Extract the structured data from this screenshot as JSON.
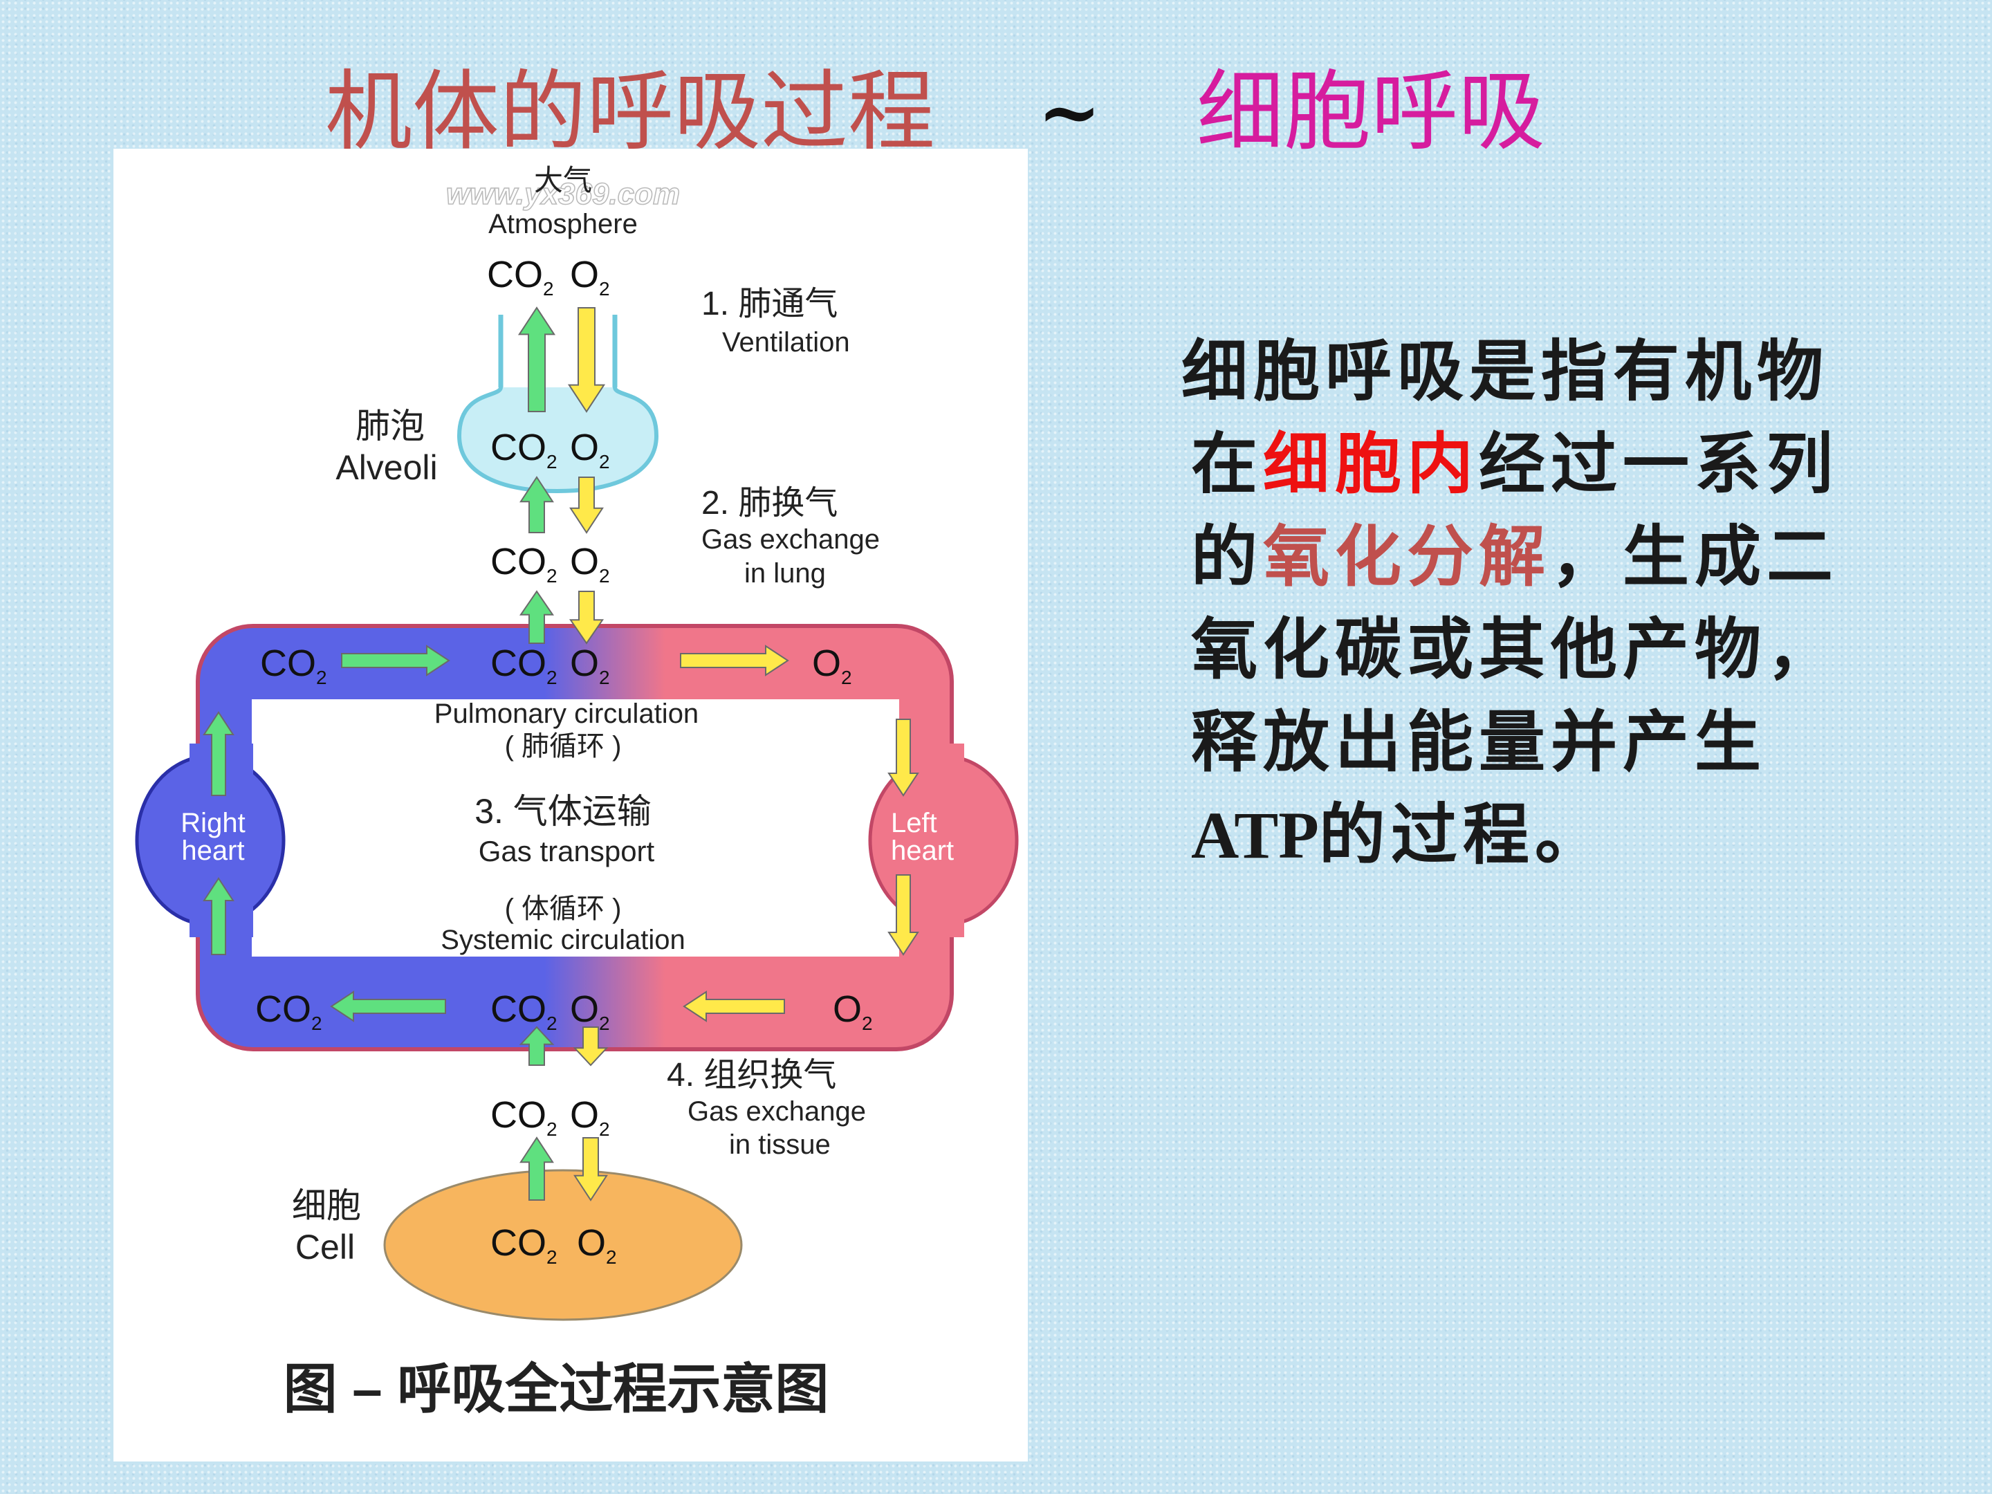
{
  "title": {
    "left": "机体的呼吸过程",
    "sep": "~",
    "right": "细胞呼吸"
  },
  "colors": {
    "title_left": "#c0504d",
    "title_sep": "#111111",
    "title_right": "#d61c9e",
    "highlight_red": "#ee1111",
    "highlight_rose": "#c0504d",
    "blood_venous": "#5b63e6",
    "blood_arterial": "#f0768a",
    "arrow_green": "#5fe07f",
    "arrow_yellow": "#ffe94a",
    "alveoli_fill": "#c8eef6",
    "cell_fill": "#f7b55e"
  },
  "figure": {
    "watermark": "www.yx369.com",
    "atmosphere_cn": "大气",
    "atmosphere_en": "Atmosphere",
    "alveoli_cn": "肺泡",
    "alveoli_en": "Alveoli",
    "cell_cn": "细胞",
    "cell_en": "Cell",
    "co2": "CO",
    "o2": "O",
    "sub": "2",
    "step1_cn": "1. 肺通气",
    "step1_en": "Ventilation",
    "step2_cn": "2. 肺换气",
    "step2_en1": "Gas exchange",
    "step2_en2": "in lung",
    "step3_cn": "3. 气体运输",
    "step3_en": "Gas transport",
    "step4_cn": "4. 组织换气",
    "step4_en1": "Gas exchange",
    "step4_en2": "in tissue",
    "pulmonary_en": "Pulmonary circulation",
    "pulmonary_cn": "( 肺循环 )",
    "systemic_cn": "( 体循环 )",
    "systemic_en": "Systemic circulation",
    "right_heart_1": "Right",
    "right_heart_2": "heart",
    "left_heart_1": "Left",
    "left_heart_2": "heart",
    "caption": "图 – 呼吸全过程示意图"
  },
  "description": {
    "line1": "细胞呼吸是指有机物",
    "line2_pre": "在",
    "line2_hl": "细胞内",
    "line2_post": "经过一系列",
    "line3_pre": "的",
    "line3_hl": "氧化分解",
    "line3_post": "，生成二",
    "line4": "氧化碳或其他产物，",
    "line5": "释放出能量并产生",
    "line6_bold": "ATP",
    "line6_post": "的过程。"
  }
}
